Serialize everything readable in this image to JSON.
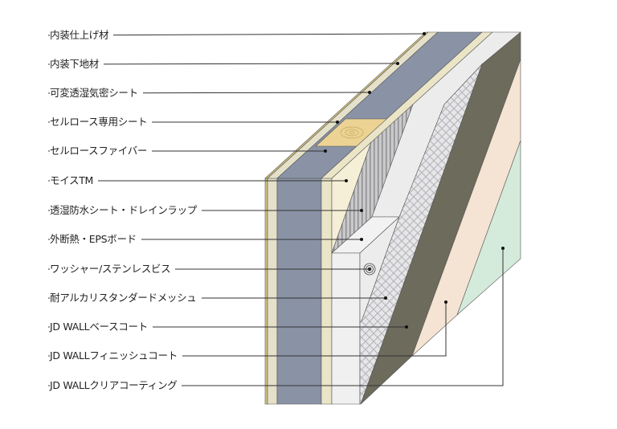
{
  "title": "外断熱 JD WALL 壁構成図",
  "labels": [
    "内装仕上げ材",
    "内装下地材",
    "可変透湿気密シート",
    "セルロース専用シート",
    "セルロースファイバー",
    "モイスTM",
    "透湿防水シート・ドレインラップ",
    "外断熱・EPSボード",
    "ワッシャー/ステンレスビス",
    "耐アルカリスタンダードメッシュ",
    "JD WALLベースコート",
    "JD WALLフィニッシュコート",
    "JD WALLクリアコーティング"
  ],
  "colors": {
    "finish": "#d6c57c",
    "board": "#e4e0c9",
    "cellulose": "#8a93a5",
    "moiss": "#ebe5c7",
    "moiss_face": "#f4efd6",
    "drain": "#a9a9ab",
    "eps": "#ececec",
    "mesh": "#d9d9dc",
    "base_coat": "#6d6b5c",
    "finish_coat": "#f5e4d3",
    "clear_coat": "#d4ebdb",
    "wood": "#ecd394",
    "leader": "#333333"
  }
}
